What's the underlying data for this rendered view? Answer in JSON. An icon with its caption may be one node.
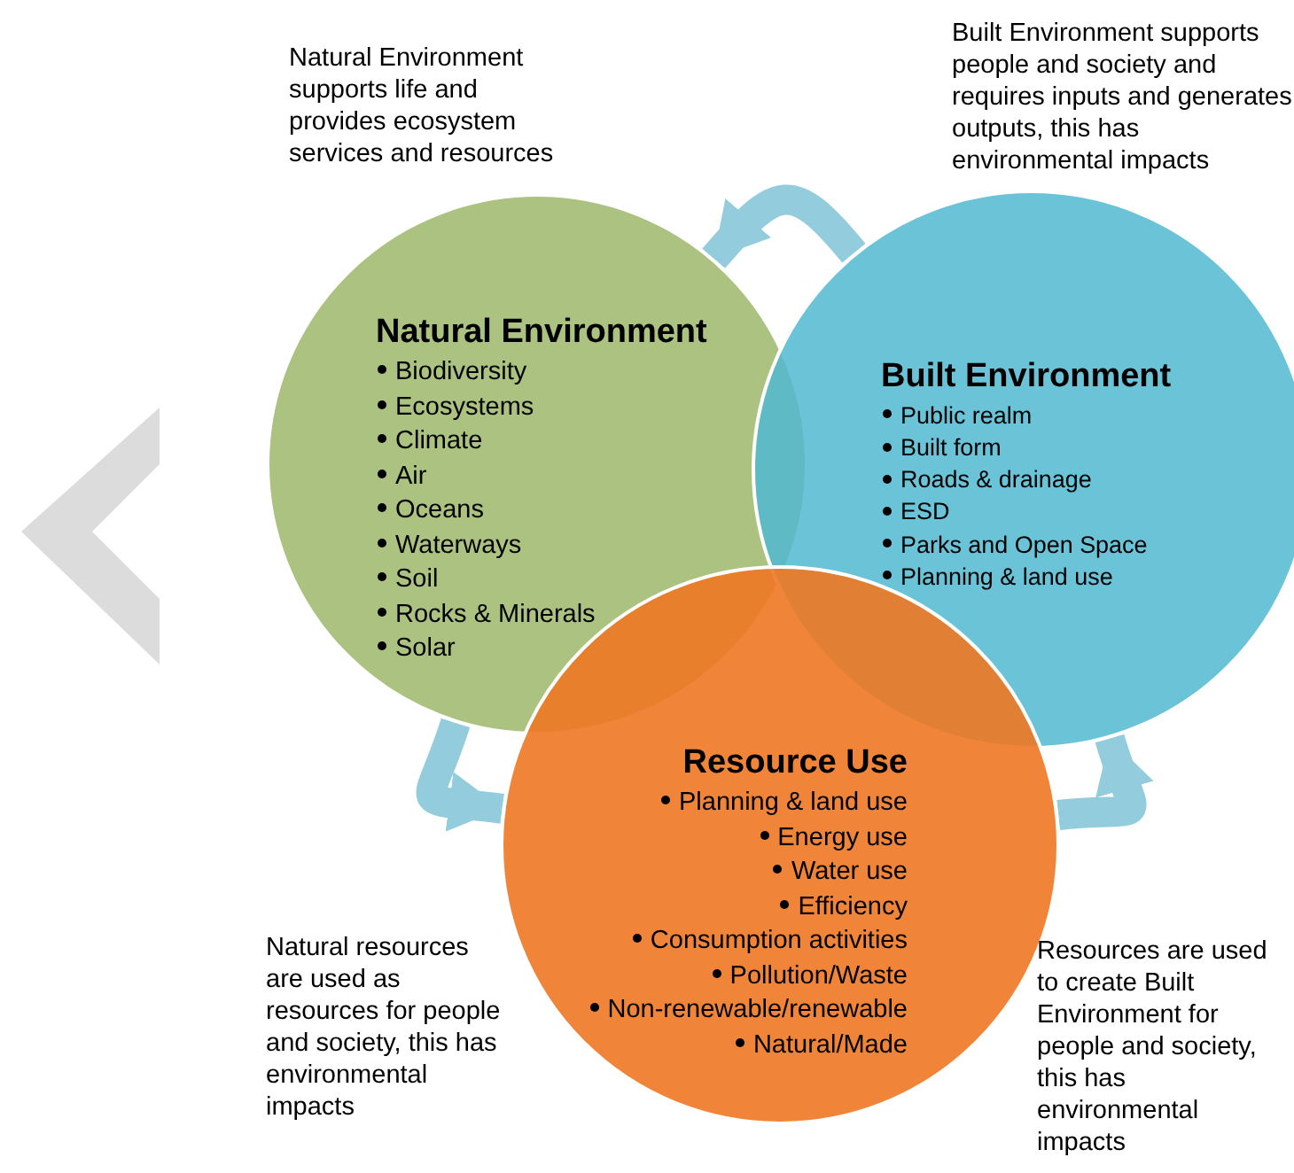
{
  "diagram": {
    "nodes": [
      {
        "text": [
          "Natural Environment",
          "Biodiversity",
          "Ecosystems",
          "Climate",
          "Air",
          "Oceans",
          "Waterways",
          "Soil",
          "Rocks & Minerals",
          "Solar"
        ]
      },
      {
        "text": [
          "Built Environment",
          "Public realm",
          "Built form",
          "Roads & drainage",
          "ESD",
          "Parks and Open Space",
          "Planning & land use"
        ]
      },
      {
        "text": [
          "Resource Use",
          "Planning & land use",
          "Energy use",
          "Water use",
          "Efficiency",
          "Consumption activities",
          "Pollution/Waste",
          "Non-renewable/renewable",
          "Natural/Made"
        ]
      },
      {
        "text": [],
        "shape": "chevron"
      }
    ],
    "edges": [
      {
        "from": 1,
        "to": 0,
        "arrow": "to"
      },
      {
        "from": 0,
        "to": 2,
        "arrow": "to"
      },
      {
        "from": 2,
        "to": 1,
        "arrow": "to"
      }
    ],
    "labels": [
      "Natural Environment supports life and provides ecosystem services and resources",
      "Built Environment supports people and society and requires inputs and generates outputs, this has environmental impacts",
      "Natural resources are used as resources for people and society, this has environmental impacts",
      "Resources are used to create Built Environment for people and society, this has environmental impacts"
    ]
  }
}
